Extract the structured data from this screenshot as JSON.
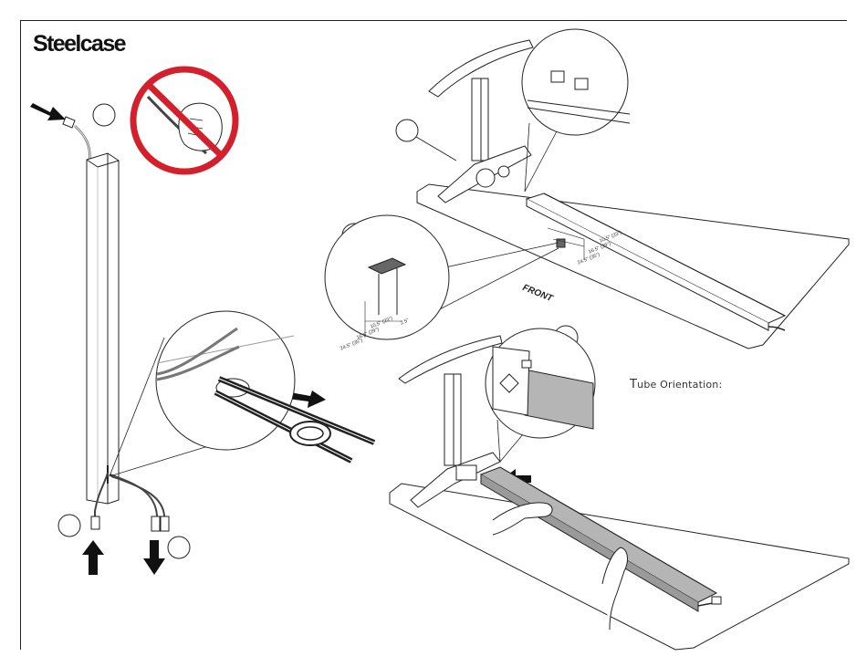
{
  "brand": {
    "name": "Steelcase"
  },
  "tube_orientation": {
    "first": "T",
    "rest": "ube Orientation:"
  },
  "front_label": "FRONT",
  "dimensions": {
    "a1": "10.5\" (23\")",
    "a2": "16.5\" (29\")",
    "a3": "24.5\" (35\")",
    "a4": "2.5\"",
    "b1": "10.5\" (23\")",
    "b2": "16.5\" (29\")",
    "b3": "24.5\" (35\")"
  },
  "colors": {
    "line": "#222222",
    "prohibit_red": "#d3202c",
    "tube_gray": "#b5b5b5",
    "cable_dark": "#333333"
  }
}
